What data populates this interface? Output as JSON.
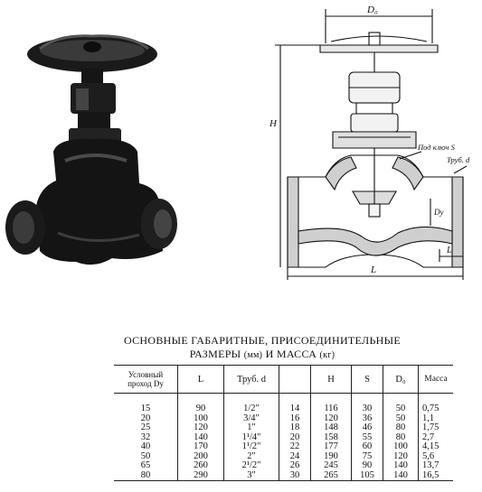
{
  "drawing_labels": {
    "d0": "D₀",
    "h": "H",
    "wrench": "Под ключ S",
    "pipe": "Труб. d",
    "dy": "Dу",
    "l_small": "L",
    "l_total": "L"
  },
  "title": {
    "line1": "ОСНОВНЫЕ ГАБАРИТНЫЕ, ПРИСОЕДИНИТЕЛЬНЫЕ",
    "line2_a": "РАЗМЕРЫ ",
    "line2_mm": "(мм)",
    "line2_b": " И МАССА ",
    "line2_kg": "(кг)"
  },
  "table": {
    "headers": {
      "conditional": "Условный проход Dу",
      "L": "L",
      "d": "Труб. d",
      "blank": "",
      "H": "H",
      "S": "S",
      "D0": "D₀",
      "mass": "Масса"
    },
    "rows": [
      {
        "dy": "15",
        "L": "90",
        "d": "1/2\"",
        "dd": "14",
        "H": "116",
        "S": "30",
        "D0": "50",
        "m": "0,75"
      },
      {
        "dy": "20",
        "L": "100",
        "d": "3/4\"",
        "dd": "16",
        "H": "120",
        "S": "36",
        "D0": "50",
        "m": "1,1"
      },
      {
        "dy": "25",
        "L": "120",
        "d": "1\"",
        "dd": "18",
        "H": "148",
        "S": "46",
        "D0": "80",
        "m": "1,75"
      },
      {
        "dy": "32",
        "L": "140",
        "d": "1¹/4\"",
        "dd": "20",
        "H": "158",
        "S": "55",
        "D0": "80",
        "m": "2,7"
      },
      {
        "dy": "40",
        "L": "170",
        "d": "1¹/2\"",
        "dd": "22",
        "H": "177",
        "S": "60",
        "D0": "100",
        "m": "4,15"
      },
      {
        "dy": "50",
        "L": "200",
        "d": "2\"",
        "dd": "24",
        "H": "190",
        "S": "75",
        "D0": "120",
        "m": "5,6"
      },
      {
        "dy": "65",
        "L": "260",
        "d": "2¹/2\"",
        "dd": "26",
        "H": "245",
        "S": "90",
        "D0": "140",
        "m": "13,7"
      },
      {
        "dy": "80",
        "L": "290",
        "d": "3\"",
        "dd": "30",
        "H": "265",
        "S": "105",
        "D0": "140",
        "m": "16,5"
      }
    ]
  }
}
